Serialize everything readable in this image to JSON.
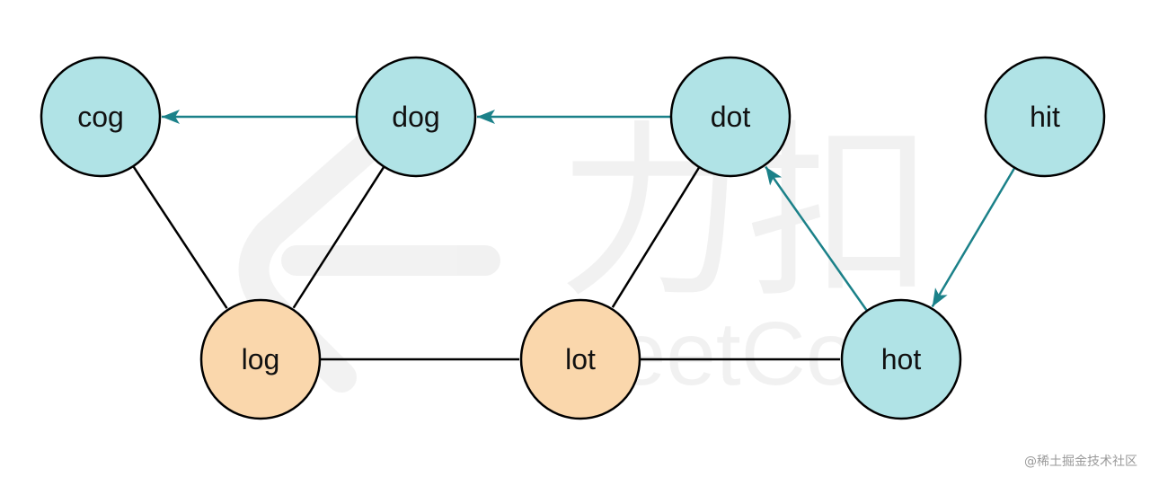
{
  "diagram": {
    "colors": {
      "node_teal": "#b0e3e6",
      "node_orange": "#fad7ac",
      "arrow": "#1b8189",
      "line": "#000000"
    },
    "nodes": [
      {
        "id": "cog",
        "label": "cog",
        "color": "teal"
      },
      {
        "id": "dog",
        "label": "dog",
        "color": "teal"
      },
      {
        "id": "dot",
        "label": "dot",
        "color": "teal"
      },
      {
        "id": "hit",
        "label": "hit",
        "color": "teal"
      },
      {
        "id": "log",
        "label": "log",
        "color": "orange"
      },
      {
        "id": "lot",
        "label": "lot",
        "color": "orange"
      },
      {
        "id": "hot",
        "label": "hot",
        "color": "teal"
      }
    ],
    "edges": [
      {
        "from": "dog",
        "to": "cog",
        "directed": true
      },
      {
        "from": "dot",
        "to": "dog",
        "directed": true
      },
      {
        "from": "hot",
        "to": "dot",
        "directed": true
      },
      {
        "from": "hit",
        "to": "hot",
        "directed": true
      },
      {
        "from": "cog",
        "to": "log",
        "directed": false
      },
      {
        "from": "dog",
        "to": "log",
        "directed": false
      },
      {
        "from": "dot",
        "to": "lot",
        "directed": false
      },
      {
        "from": "log",
        "to": "lot",
        "directed": false
      },
      {
        "from": "lot",
        "to": "hot",
        "directed": false
      }
    ]
  },
  "watermark": {
    "brand_cn": "力扣",
    "brand_en": "LeetCode"
  },
  "credit": "@稀土掘金技术社区"
}
